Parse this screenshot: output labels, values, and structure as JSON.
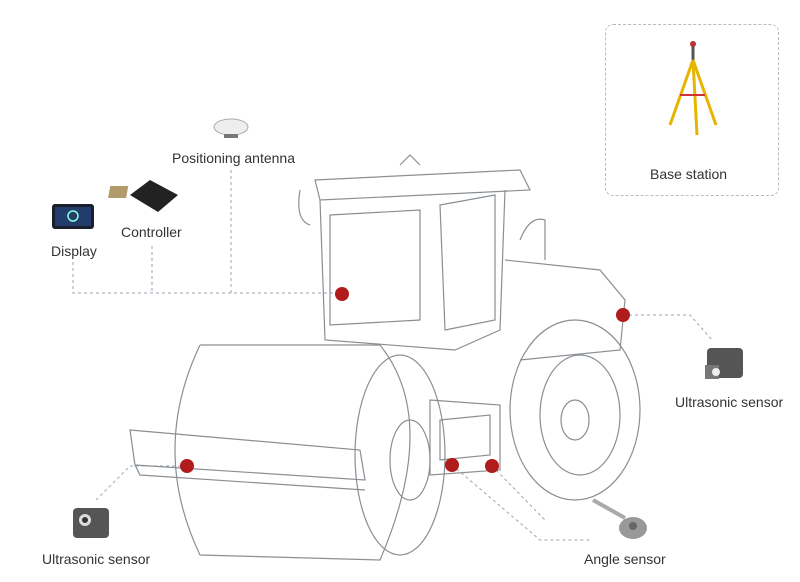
{
  "labels": {
    "positioning_antenna": "Positioning antenna",
    "controller": "Controller",
    "display": "Display",
    "base_station": "Base station",
    "ultrasonic_sensor_right": "Ultrasonic sensor",
    "ultrasonic_sensor_left": "Ultrasonic sensor",
    "angle_sensor": "Angle sensor"
  },
  "colors": {
    "marker": "#b01c1c",
    "leader_line": "#9aa6b0",
    "machine_line": "#8a8f94"
  }
}
